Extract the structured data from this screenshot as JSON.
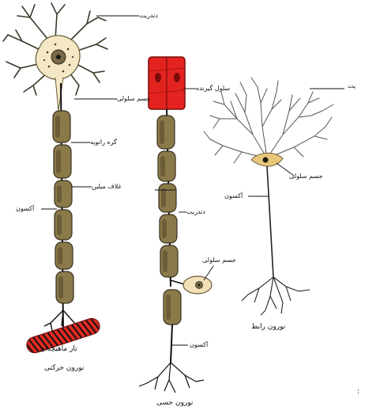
{
  "labels": {
    "motor_dendrite": "دندریت",
    "motor_cell_body": "جسم سلولی",
    "motor_node": "گره رانویه",
    "motor_myelin": "غلاف میلین",
    "motor_axon": "آکسون",
    "muscle_fiber": "تار ماهیچه‌ای",
    "motor_neuron_caption": "نورون حرکتی",
    "sensory_receptor": "سلول گیرنده",
    "sensory_dendrite": "دندریت",
    "sensory_cell_body": "جسم سلولی",
    "sensory_axon": "آکسون",
    "sensory_neuron_caption": "نورون حسی",
    "inter_dendrite": "یت",
    "inter_cell_body": "جسم سلولی",
    "inter_axon": "آکسون",
    "interneuron_caption": "نورون رابط",
    "corner_mark": ":"
  },
  "colors": {
    "cell_body_fill": "#f4e9c4",
    "myelin_fill": "#8a7a4a",
    "receptor_fill": "#e3231f",
    "muscle_fill": "#e02a23",
    "line": "#111111"
  }
}
